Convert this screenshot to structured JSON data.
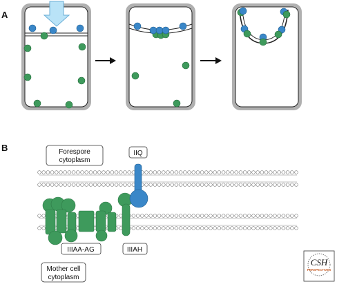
{
  "panels": {
    "a_label": "A",
    "b_label": "B"
  },
  "labels": {
    "forespore_line1": "Forespore",
    "forespore_line2": "cytoplasm",
    "iiq": "IIQ",
    "iiiaa_ag": "IIIAA-AG",
    "iiiah": "IIIAH",
    "mother_line1": "Mother cell",
    "mother_line2": "cytoplasm"
  },
  "logo": {
    "title": "CSH",
    "subtitle": "PERSPECTIVES"
  },
  "colors": {
    "blue_protein": "#3a87c8",
    "green_protein": "#3e9a5c",
    "cell_wall": "#b0b0b0",
    "arrow_fill": "#b9e3f7",
    "membrane_head": "#ffffff"
  }
}
